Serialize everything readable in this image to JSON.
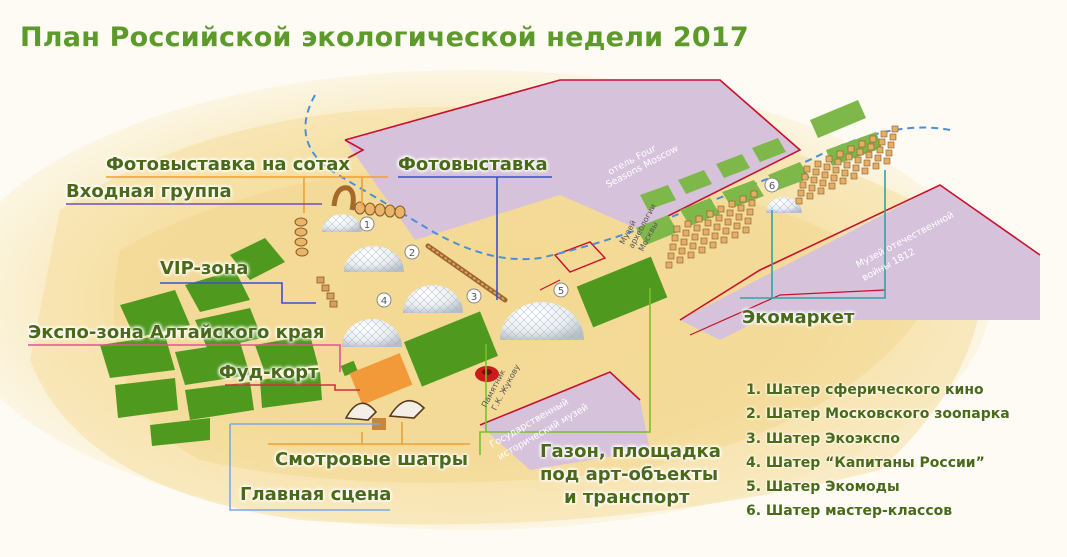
{
  "title": "План Российской экологической недели 2017",
  "callouts": {
    "foto_soty": "Фотовыставка на сотах",
    "vhod": "Входная группа",
    "fotovystavka": "Фотовыставка",
    "vip": "VIP-зона",
    "altai": "Экспо-зона Алтайского края",
    "food": "Фуд-корт",
    "smotr": "Смотровые шатры",
    "glav": "Главная сцена",
    "gazon_1": "Газон, площадка",
    "gazon_2": "под арт-объекты",
    "gazon_3": "и транспорт",
    "ekomarket": "Экомаркет"
  },
  "map_labels": {
    "hotel_1": "отель Four",
    "hotel_2": "Seasons Moscow",
    "war_1": "Музей отечественной",
    "war_2": "войны 1812",
    "arch_1": "Музей",
    "arch_2": "археологии",
    "arch_3": "Москвы",
    "hist_1": "Государственный",
    "hist_2": "исторический музей",
    "zhukov_1": "Памятник",
    "zhukov_2": "Г.К. Жукову"
  },
  "tent_numbers": [
    "1",
    "2",
    "3",
    "4",
    "5",
    "6"
  ],
  "legend": [
    "1. Шатер сферического кино",
    "2. Шатер Московского зоопарка",
    "3. Шатер Экоэкспо",
    "4. Шатер “Капитаны России”",
    "5. Шатер Экомоды",
    "6. Шатер мастер-классов"
  ],
  "colors": {
    "title": "#5c9a2a",
    "text": "#4a6a1a",
    "buildings": "#d7c2dc",
    "building_edge": "#c8102e",
    "lawn": "#4f9a1e",
    "lawn_light": "#b7d27a",
    "food_court": "#f29a3a",
    "leader_orange": "#f0a030",
    "leader_purple": "#6a4fc7",
    "leader_blue": "#3a4fd0",
    "leader_pink": "#e0529a",
    "leader_red": "#d0303a",
    "leader_green": "#78c02e",
    "leader_teal": "#2aa7a0"
  }
}
